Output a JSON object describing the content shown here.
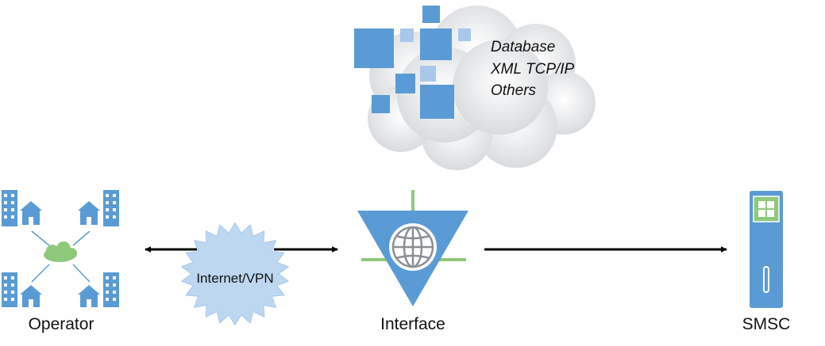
{
  "colors": {
    "accent": "#5b9bd5",
    "light_accent": "#a9c7ea",
    "green": "#8fc97b",
    "cloud": "#e3e5e7",
    "burst": "#bdd7f0",
    "arrow": "#000000"
  },
  "nodes": {
    "operator": {
      "label": "Operator",
      "icon": "city-network-icon"
    },
    "internet": {
      "label": "Internet/VPN",
      "icon": "starburst-cloud-icon"
    },
    "interface": {
      "label": "Interface",
      "icon": "globe-triangle-icon"
    },
    "smsc": {
      "label": "SMSC",
      "icon": "server-tower-icon"
    }
  },
  "cloud": {
    "icon": "data-cloud-icon",
    "protocols": [
      "Database",
      "XML TCP/IP",
      "Others"
    ]
  },
  "edges": [
    {
      "from": "operator",
      "to": "interface",
      "direction": "both"
    },
    {
      "from": "interface",
      "to": "smsc",
      "direction": "forward"
    }
  ]
}
